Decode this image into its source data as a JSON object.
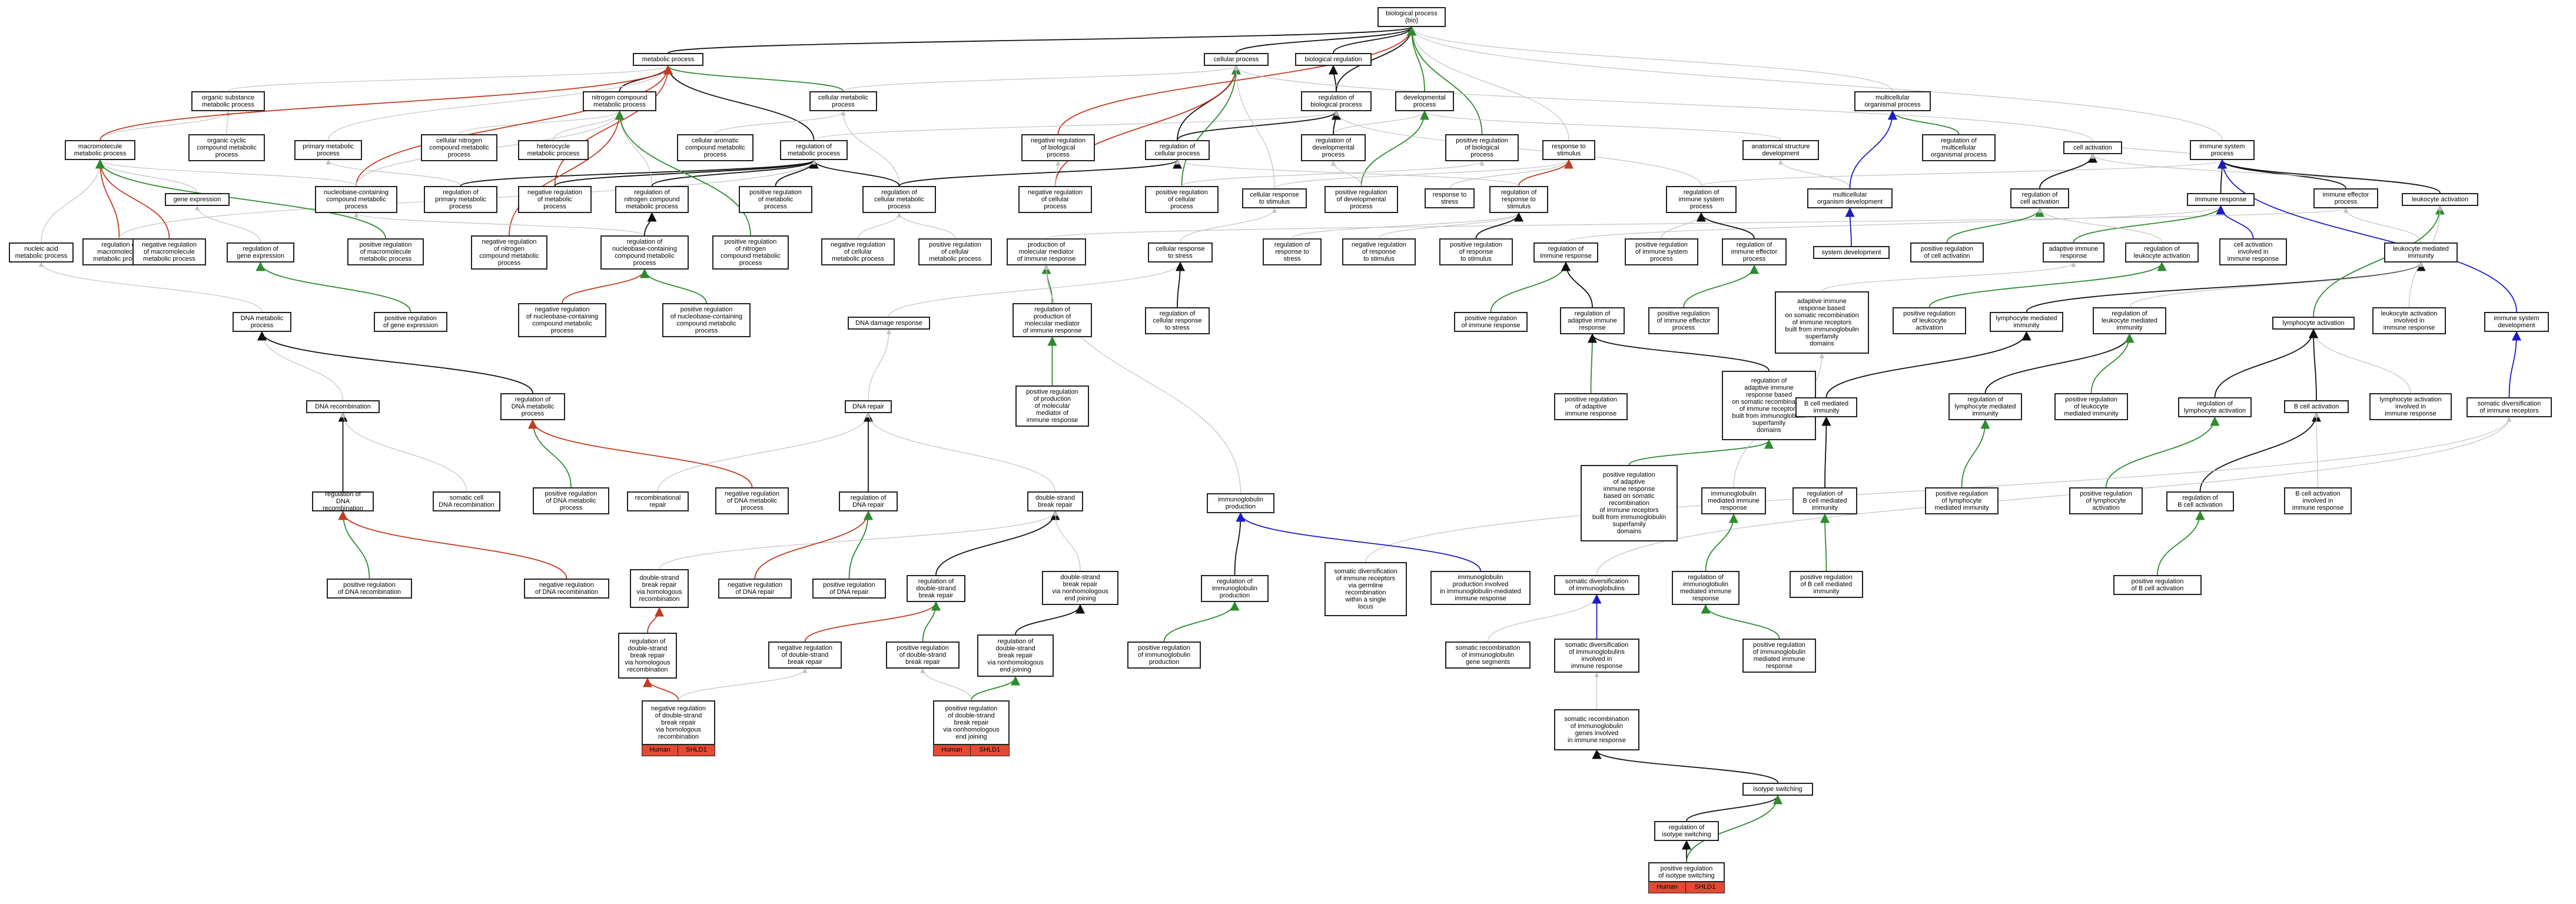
{
  "colors": {
    "black": "#111111",
    "gray": "#c2c2c2",
    "green": "#2e8b2e",
    "red": "#c23b22",
    "blue": "#1c1cc8",
    "tag": "#e24a33"
  },
  "nodes": {
    "n1": "biological process\n(bio)",
    "n2": "metabolic process",
    "n3": "cellular process",
    "n4": "biological regulation",
    "n5": "organic substance\nmetabolic process",
    "n6": "nitrogen compound\nmetabolic process",
    "n7": "cellular metabolic\nprocess",
    "n8": "regulation of\nbiological process",
    "n9": "developmental\nprocess",
    "n10": "multicellular\norganismal process",
    "n11": "macromolecule\nmetabolic process",
    "n12": "organic cyclic\ncompound metabolic\nprocess",
    "n13": "primary metabolic\nprocess",
    "n14": "cellular nitrogen\ncompound metabolic\nprocess",
    "n15": "heterocycle\nmetabolic process",
    "n16": "cellular aromatic\ncompound metabolic\nprocess",
    "n17": "regulation of\nmetabolic process",
    "n18": "negative regulation\nof biological\nprocess",
    "n19": "regulation of\ncellular process",
    "n20": "regulation of\ndevelopmental\nprocess",
    "n21": "positive regulation\nof biological\nprocess",
    "n22": "response to\nstimulus",
    "n23": "anatomical structure\ndevelopment",
    "n24": "regulation of\nmulticellular\norganismal process",
    "n25": "cell activation",
    "n26": "immune system\nprocess",
    "n27": "gene expression",
    "n28": "nucleobase-containing\ncompound metabolic\nprocess",
    "n29": "regulation of\nprimary metabolic\nprocess",
    "n30": "negative regulation\nof metabolic\nprocess",
    "n31": "regulation of\nnitrogen compound\nmetabolic process",
    "n32": "positive regulation\nof metabolic\nprocess",
    "n33": "regulation of\ncellular metabolic\nprocess",
    "n34": "negative regulation\nof cellular\nprocess",
    "n35": "positive regulation\nof cellular\nprocess",
    "n36": "cellular response\nto stimulus",
    "n37": "positive regulation\nof developmental\nprocess",
    "n38": "response to\nstress",
    "n39": "regulation of\nresponse to\nstimulus",
    "n40": "regulation of\nimmune system\nprocess",
    "n41": "multicellular\norganism development",
    "n42": "regulation of\ncell activation",
    "n43": "immune response",
    "n44": "immune effector\nprocess",
    "n45": "leukocyte activation",
    "n46": "nucleic acid\nmetabolic process",
    "n47": "regulation of\nmacromolecule\nmetabolic process",
    "n48": "negative regulation\nof macromolecule\nmetabolic process",
    "n49": "regulation of\ngene expression",
    "n50": "positive regulation\nof macromolecule\nmetabolic process",
    "n51": "negative regulation\nof nitrogen\ncompound metabolic\nprocess",
    "n52": "regulation of\nnucleobase-containing\ncompound metabolic\nprocess",
    "n53": "positive regulation\nof nitrogen\ncompound metabolic\nprocess",
    "n54": "negative regulation\nof cellular\nmetabolic process",
    "n55": "positive regulation\nof cellular\nmetabolic process",
    "n56": "production of\nmolecular mediator\nof immune response",
    "n57": "cellular response\nto stress",
    "n58": "regulation of\nresponse to\nstress",
    "n59": "negative regulation\nof response\nto stimulus",
    "n60": "positive regulation\nof response\nto stimulus",
    "n61": "regulation of\nimmune response",
    "n62": "positive regulation\nof immune system\nprocess",
    "n63": "regulation of\nimmune effector\nprocess",
    "n64": "system development",
    "n65": "positive regulation\nof cell activation",
    "n66": "adaptive immune\nresponse",
    "n67": "regulation of\nleukocyte activation",
    "n68": "cell activation\ninvolved in\nimmune response",
    "n69": "leukocyte mediated\nimmunity",
    "n70": "DNA metabolic\nprocess",
    "n71": "positive regulation\nof gene expression",
    "n72": "negative regulation\nof nucleobase-containing\ncompound metabolic\nprocess",
    "n73": "positive regulation\nof nucleobase-containing\ncompound metabolic\nprocess",
    "n74": "DNA damage response",
    "n75": "regulation of\nproduction of\nmolecular mediator\nof immune response",
    "n76": "regulation of\ncellular response\nto stress",
    "n77": "positive regulation\nof immune response",
    "n78": "regulation of\nadaptive immune\nresponse",
    "n79": "positive regulation\nof immune effector\nprocess",
    "n80": "adaptive immune\nresponse based\non somatic recombination\nof immune receptors\nbuilt from immunoglobulin\nsuperfamily\ndomains",
    "n81": "positive regulation\nof leukocyte\nactivation",
    "n82": "lymphocyte mediated\nimmunity",
    "n83": "regulation of\nleukocyte mediated\nimmunity",
    "n84": "lymphocyte activation",
    "n85": "leukocyte activation\ninvolved in\nimmune response",
    "n86": "immune system\ndevelopment",
    "n87": "DNA recombination",
    "n88": "regulation of\nDNA metabolic\nprocess",
    "n89": "DNA repair",
    "n90": "positive regulation\nof production\nof molecular\nmediator of\nimmune response",
    "n91": "positive regulation\nof adaptive\nimmune response",
    "n92": "regulation of\nadaptive immune\nresponse based\non somatic recombination\nof immune receptors\nbuilt from immunoglobulin\nsuperfamily\ndomains",
    "n93": "B cell mediated\nimmunity",
    "n94": "regulation of\nlymphocyte mediated\nimmunity",
    "n95": "positive regulation\nof leukocyte\nmediated immunity",
    "n96": "regulation of\nlymphocyte activation",
    "n97": "lymphocyte activation\ninvolved in\nimmune response",
    "n98": "B cell activation",
    "n99": "somatic diversification\nof immune receptors",
    "n100": "regulation of\nDNA recombination",
    "n101": "somatic cell\nDNA recombination",
    "n102": "positive regulation\nof DNA metabolic\nprocess",
    "n103": "recombinational\nrepair",
    "n104": "negative regulation\nof DNA metabolic\nprocess",
    "n105": "regulation of\nDNA repair",
    "n106": "double-strand\nbreak repair",
    "n107": "immunoglobulin\nproduction",
    "n108": "positive regulation\nof adaptive\nimmune response\nbased on somatic\nrecombination\nof immune receptors\nbuilt from immunoglobulin\nsuperfamily\ndomains",
    "n109": "immunoglobulin\nmediated immune\nresponse",
    "n110": "regulation of\nB cell mediated\nimmunity",
    "n111": "positive regulation\nof lymphocyte\nmediated immunity",
    "n112": "positive regulation\nof lymphocyte\nactivation",
    "n113": "regulation of\nB cell activation",
    "n114": "B cell activation\ninvolved in\nimmune response",
    "n115": "positive regulation\nof DNA recombination",
    "n116": "negative regulation\nof DNA recombination",
    "n117": "double-strand\nbreak repair\nvia homologous\nrecombination",
    "n118": "negative regulation\nof DNA repair",
    "n119": "positive regulation\nof DNA repair",
    "n120": "regulation of\ndouble-strand\nbreak repair",
    "n121": "double-strand\nbreak repair\nvia nonhomologous\nend joining",
    "n122": "regulation of\nimmunoglobulin\nproduction",
    "n123": "somatic diversification\nof immune receptors\nvia germline\nrecombination\nwithin a single\nlocus",
    "n124": "immunoglobulin\nproduction involved\nin immunoglobulin-mediated\nimmune response",
    "n125": "somatic diversification\nof immunoglobulins",
    "n126": "regulation of\nimmunoglobulin\nmediated immune\nresponse",
    "n127": "positive regulation\nof B cell mediated\nimmunity",
    "n128": "positive regulation\nof B cell activation",
    "n129": "regulation of\ndouble-strand\nbreak repair\nvia homologous\nrecombination",
    "n130": "negative regulation\nof double-strand\nbreak repair",
    "n131": "positive regulation\nof double-strand\nbreak repair",
    "n132": "regulation of\ndouble-strand\nbreak repair\nvia nonhomologous\nend joining",
    "n133": "positive regulation\nof immunoglobulin\nproduction",
    "n134": "somatic recombination\nof immunoglobulin\ngene segments",
    "n135": "somatic diversification\nof immunoglobulins\ninvolved in\nimmune response",
    "n136": "positive regulation\nof immunoglobulin\nmediated immune\nresponse",
    "n137": "negative regulation\nof double-strand\nbreak repair\nvia homologous\nrecombination",
    "n138": "positive regulation\nof double-strand\nbreak repair\nvia nonhomologous\nend joining",
    "n139": "somatic recombination\nof immunoglobulin\ngenes involved\nin immune response",
    "n140": "isotype switching",
    "n141": "regulation of\nisotype switching",
    "n142": "positive regulation\nof isotype switching"
  },
  "tags": {
    "t137": {
      "species": "Human",
      "gene": "SHLD1"
    },
    "t138": {
      "species": "Human",
      "gene": "SHLD1"
    },
    "t142": {
      "species": "Human",
      "gene": "SHLD1"
    }
  }
}
